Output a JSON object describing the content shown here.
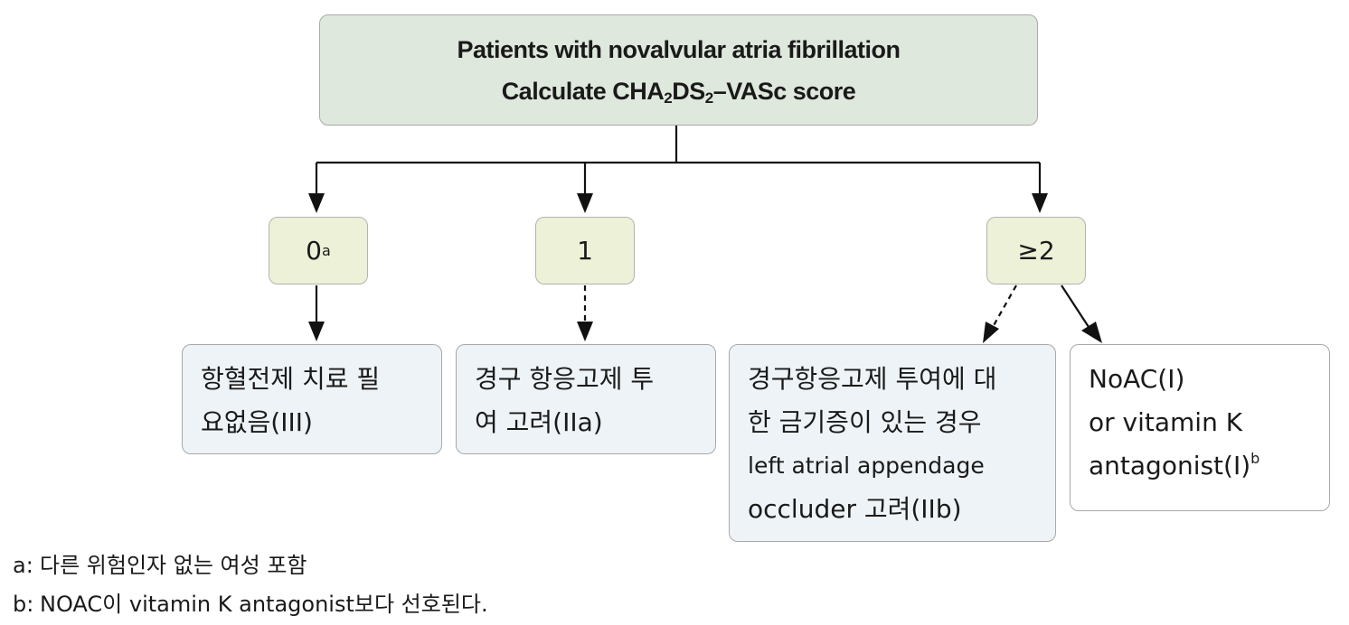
{
  "top": {
    "line1": "Patients with novalvular atria fibrillation",
    "line2_prefix": "Calculate CHA",
    "line2_sub1": "2",
    "line2_mid": "DS",
    "line2_sub2": "2",
    "line2_suffix": "–VASc score"
  },
  "scores": [
    {
      "label": "0",
      "sup": "a"
    },
    {
      "label": "1",
      "sup": ""
    },
    {
      "label": "≥2",
      "sup": ""
    }
  ],
  "recommendations": {
    "antiplatelet": {
      "line1": "항혈전제 치료 필",
      "line2": "요없음(III)"
    },
    "oac_consider": {
      "line1": "경구 항응고제 투",
      "line2": "여 고려(IIa)"
    },
    "laa": {
      "line1": "경구항응고제 투여에 대",
      "line2": "한 금기증이 있는 경우",
      "line3": "left atrial appendage",
      "line4": "occluder 고려(IIb)"
    },
    "noac": {
      "line1": "NoAC(I)",
      "line2": "or vitamin K",
      "line3": "antagonist(I)",
      "sup": "b"
    }
  },
  "footnotes": [
    {
      "key": "a",
      "sep": ":",
      "text": "다른 위험인자 없는 여성 포함"
    },
    {
      "key": "b",
      "sep": ":",
      "text": "NOAC이 vitamin K antagonist보다 선호된다."
    }
  ],
  "colors": {
    "top_box": "#dfe8dc",
    "score_box": "#ecf1d7",
    "rec_box": "#eef3f7",
    "line": "#111111"
  }
}
